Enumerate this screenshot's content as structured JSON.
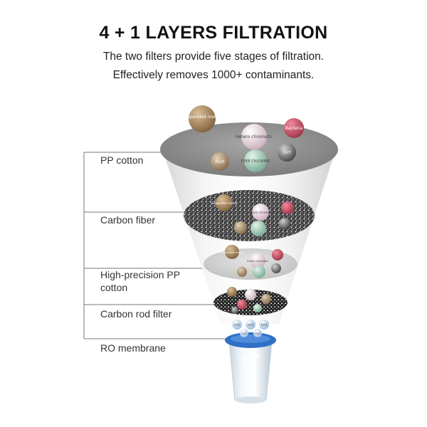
{
  "heading": {
    "title": "4 + 1 LAYERS FILTRATION",
    "subtitle_line1": "The two filters provide five stages of filtration.",
    "subtitle_line2": "Effectively removes 1000+ contaminants."
  },
  "layers": [
    {
      "label": "PP cotton"
    },
    {
      "label": "Carbon fiber"
    },
    {
      "label": "High-precision PP cotton"
    },
    {
      "label": "Carbon rod filter"
    },
    {
      "label": "RO membrane"
    }
  ],
  "contaminants": {
    "suspended": "Suspended matter",
    "hetero": "Hetero chromatic",
    "bacteria": "Bacteria",
    "rust": "Rust",
    "free_chlorine": "FREE CHLORINE",
    "dirt": "Dirt"
  },
  "molecules": {
    "water": "H2O",
    "water_short": "H2O"
  },
  "colors": {
    "funnel_top": "#8c8c8c",
    "glass_cap": "#2f6fc7",
    "suspended": "#9a7b55",
    "bacteria": "#b8475b",
    "hetero": "#d9c3cf",
    "chlorine": "#8fc0a8",
    "dirt": "#555555",
    "rust": "#a68a6a"
  }
}
